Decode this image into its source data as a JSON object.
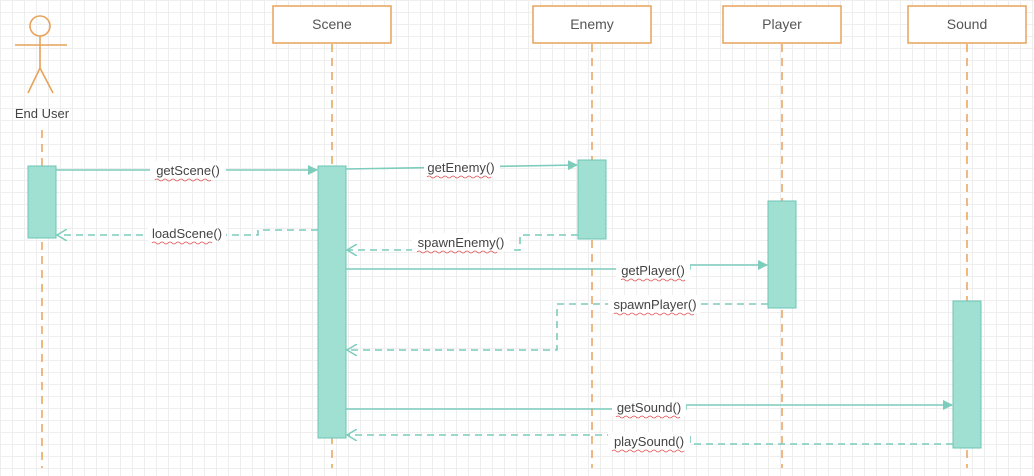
{
  "actor": {
    "label": "End User"
  },
  "participants": [
    {
      "id": "scene",
      "label": "Scene"
    },
    {
      "id": "enemy",
      "label": "Enemy"
    },
    {
      "id": "player",
      "label": "Player"
    },
    {
      "id": "sound",
      "label": "Sound"
    }
  ],
  "messages": [
    {
      "id": "get-scene",
      "label": "getScene()",
      "from": "End User",
      "to": "Scene",
      "kind": "call"
    },
    {
      "id": "get-enemy",
      "label": "getEnemy()",
      "from": "Scene",
      "to": "Enemy",
      "kind": "call"
    },
    {
      "id": "load-scene",
      "label": "loadScene()",
      "from": "Scene",
      "to": "End User",
      "kind": "return"
    },
    {
      "id": "spawn-enemy",
      "label": "spawnEnemy()",
      "from": "Enemy",
      "to": "Scene",
      "kind": "return"
    },
    {
      "id": "get-player",
      "label": "getPlayer()",
      "from": "Scene",
      "to": "Player",
      "kind": "call"
    },
    {
      "id": "spawn-player",
      "label": "spawnPlayer()",
      "from": "Player",
      "to": "Scene",
      "kind": "return"
    },
    {
      "id": "get-sound",
      "label": "getSound()",
      "from": "Scene",
      "to": "Sound",
      "kind": "call"
    },
    {
      "id": "play-sound",
      "label": "playSound()",
      "from": "Sound",
      "to": "Scene",
      "kind": "return"
    }
  ],
  "colors": {
    "lifeline": "#e8a25a",
    "header_border": "#e8a25a",
    "activation_fill": "#9fe0d3",
    "activation_stroke": "#6cc4b4",
    "message_line": "#7dccbc",
    "spellcheck_underline": "#e05050"
  }
}
